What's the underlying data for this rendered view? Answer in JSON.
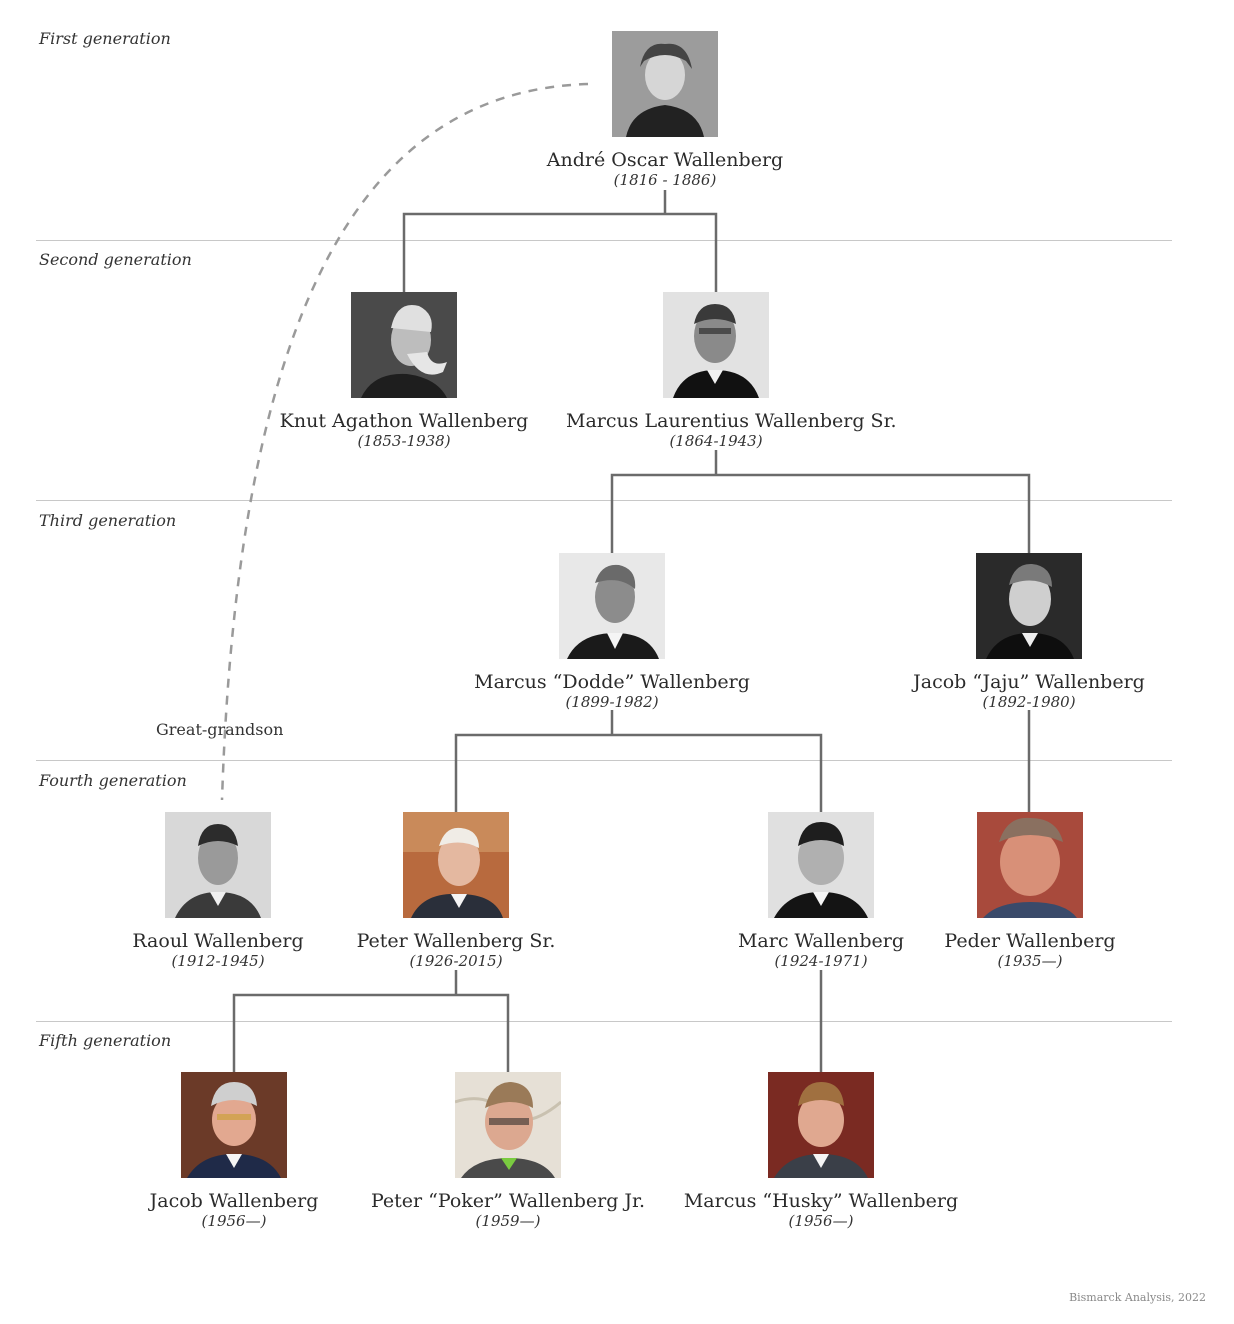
{
  "generations": [
    {
      "label": "First generation"
    },
    {
      "label": "Second generation"
    },
    {
      "label": "Third generation"
    },
    {
      "label": "Fourth generation"
    },
    {
      "label": "Fifth generation"
    }
  ],
  "people": {
    "andre_oscar": {
      "name": "André Oscar Wallenberg",
      "years": "(1816 - 1886)",
      "photo_tone": "#6a6a6a"
    },
    "knut_agathon": {
      "name": "Knut Agathon Wallenberg",
      "years": "(1853-1938)",
      "photo_tone": "#5a5a5a"
    },
    "marcus_laurentius": {
      "name": "Marcus Laurentius Wallenberg Sr.",
      "years": "(1864-1943)",
      "photo_tone": "#3a3a3a"
    },
    "marcus_dodde": {
      "name": "Marcus “Dodde” Wallenberg",
      "years": "(1899-1982)",
      "photo_tone": "#8a8a8a"
    },
    "jacob_jaju": {
      "name": "Jacob “Jaju” Wallenberg",
      "years": "(1892-1980)",
      "photo_tone": "#2e2e2e"
    },
    "raoul": {
      "name": "Raoul Wallenberg",
      "years": "(1912-1945)",
      "photo_tone": "#7a7a7a"
    },
    "peter_sr": {
      "name": "Peter Wallenberg Sr.",
      "years": "(1926-2015)",
      "photo_tone": "#b0603a"
    },
    "marc": {
      "name": "Marc Wallenberg",
      "years": "(1924-1971)",
      "photo_tone": "#9a9a9a"
    },
    "peder": {
      "name": "Peder Wallenberg",
      "years": "(1935—)",
      "photo_tone": "#b85a48"
    },
    "jacob": {
      "name": "Jacob Wallenberg",
      "years": "(1956—)",
      "photo_tone": "#6b3a2a"
    },
    "peter_jr": {
      "name": "Peter “Poker” Wallenberg Jr.",
      "years": "(1959—)",
      "photo_tone": "#d9d2c4"
    },
    "marcus_husky": {
      "name": "Marcus “Husky” Wallenberg",
      "years": "(1956—)",
      "photo_tone": "#7a2a22"
    }
  },
  "annotation": {
    "great_grandson": "Great-grandson"
  },
  "credit": "Bismarck Analysis, 2022",
  "colors": {
    "line": "#6b6b6b",
    "dashed": "#9a9a9a",
    "divider": "#c8c8c8"
  }
}
